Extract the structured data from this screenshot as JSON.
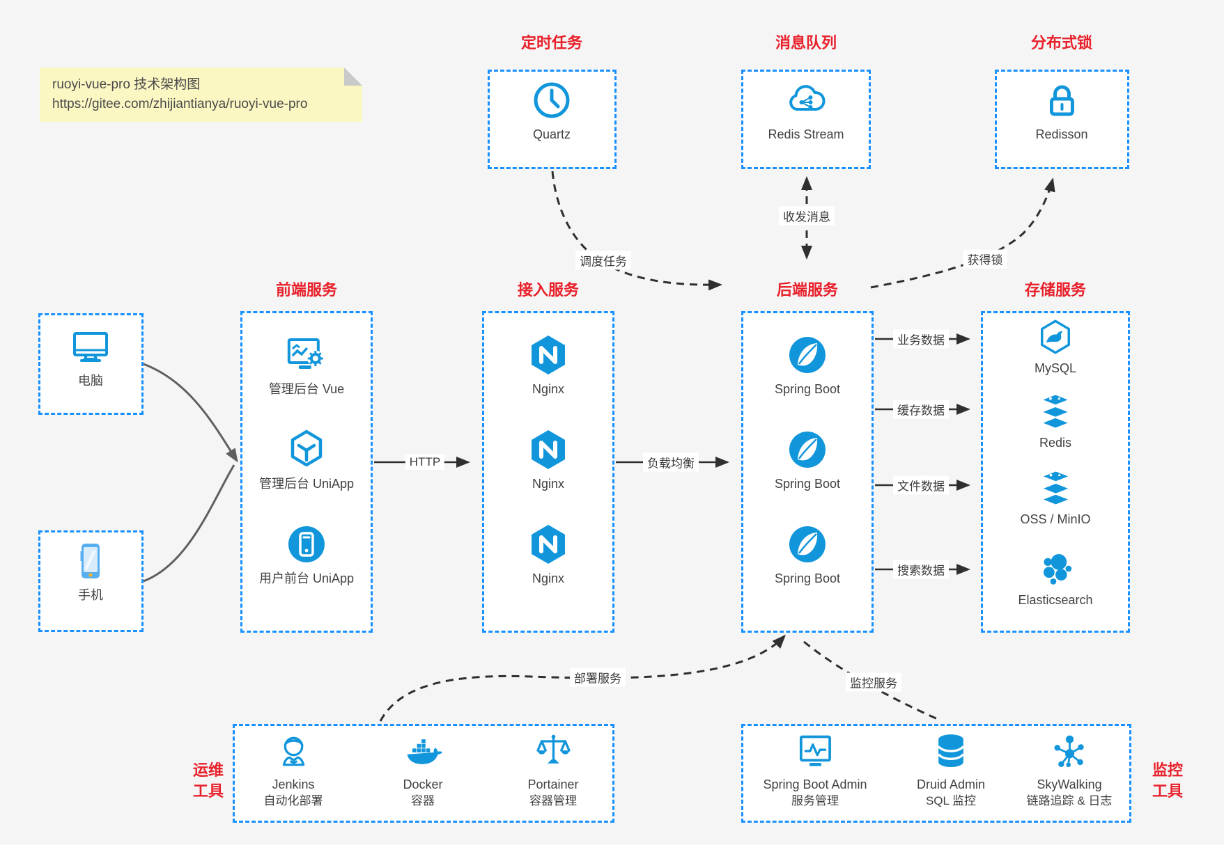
{
  "page": {
    "background": "#f5f5f6"
  },
  "colors": {
    "box_border_blue": "#1890ff",
    "icon_blue": "#1296db",
    "title_red": "#e8212b",
    "arrow_dark": "#2f2f2f",
    "arrow_gray": "#5f5f5f",
    "note_bg": "#fbf7c3"
  },
  "note": {
    "line1": "ruoyi-vue-pro 技术架构图",
    "line2": "https://gitee.com/zhijiantianya/ruoyi-vue-pro"
  },
  "groups": {
    "scheduler": {
      "title": "定时任务",
      "item": {
        "label": "Quartz",
        "icon": "clock-icon"
      }
    },
    "mq": {
      "title": "消息队列",
      "item": {
        "label": "Redis Stream",
        "icon": "cloud-share-icon"
      }
    },
    "lock": {
      "title": "分布式锁",
      "item": {
        "label": "Redisson",
        "icon": "padlock-icon"
      }
    },
    "clients": {
      "pc": {
        "label": "电脑",
        "icon": "desktop-icon"
      },
      "phone": {
        "label": "手机",
        "icon": "smartphone-icon"
      }
    },
    "frontend": {
      "title": "前端服务",
      "items": [
        {
          "label": "管理后台 Vue",
          "icon": "admin-console-icon"
        },
        {
          "label": "管理后台 UniApp",
          "icon": "cube-icon"
        },
        {
          "label": "用户前台 UniApp",
          "icon": "mobile-app-icon"
        }
      ]
    },
    "gateway": {
      "title": "接入服务",
      "items": [
        {
          "label": "Nginx",
          "icon": "nginx-icon"
        },
        {
          "label": "Nginx",
          "icon": "nginx-icon"
        },
        {
          "label": "Nginx",
          "icon": "nginx-icon"
        }
      ]
    },
    "backend": {
      "title": "后端服务",
      "items": [
        {
          "label": "Spring Boot",
          "icon": "spring-leaf-icon"
        },
        {
          "label": "Spring Boot",
          "icon": "spring-leaf-icon"
        },
        {
          "label": "Spring Boot",
          "icon": "spring-leaf-icon"
        }
      ]
    },
    "storage": {
      "title": "存储服务",
      "items": [
        {
          "label": "MySQL",
          "icon": "mysql-dolphin-icon"
        },
        {
          "label": "Redis",
          "icon": "redis-stack-icon"
        },
        {
          "label": "OSS / MinIO",
          "icon": "redis-stack-icon"
        },
        {
          "label": "Elasticsearch",
          "icon": "elasticsearch-cluster-icon"
        }
      ]
    },
    "ops": {
      "title_line1": "运维",
      "title_line2": "工具",
      "items": [
        {
          "name": "Jenkins",
          "desc": "自动化部署",
          "icon": "jenkins-butler-icon"
        },
        {
          "name": "Docker",
          "desc": "容器",
          "icon": "docker-whale-icon"
        },
        {
          "name": "Portainer",
          "desc": "容器管理",
          "icon": "scales-icon"
        }
      ]
    },
    "monitoring": {
      "title_line1": "监控",
      "title_line2": "工具",
      "items": [
        {
          "name": "Spring Boot Admin",
          "desc": "服务管理",
          "icon": "monitor-pulse-icon"
        },
        {
          "name": "Druid Admin",
          "desc": "SQL 监控",
          "icon": "database-icon"
        },
        {
          "name": "SkyWalking",
          "desc": "链路追踪 & 日志",
          "icon": "topology-icon"
        }
      ]
    }
  },
  "edges": {
    "http": "HTTP",
    "load_balance": "负载均衡",
    "schedule_task": "调度任务",
    "send_receive_msg": "收发消息",
    "acquire_lock": "获得锁",
    "business_data": "业务数据",
    "cache_data": "缓存数据",
    "file_data": "文件数据",
    "search_data": "搜索数据",
    "deploy_service": "部署服务",
    "monitor_service": "监控服务"
  }
}
